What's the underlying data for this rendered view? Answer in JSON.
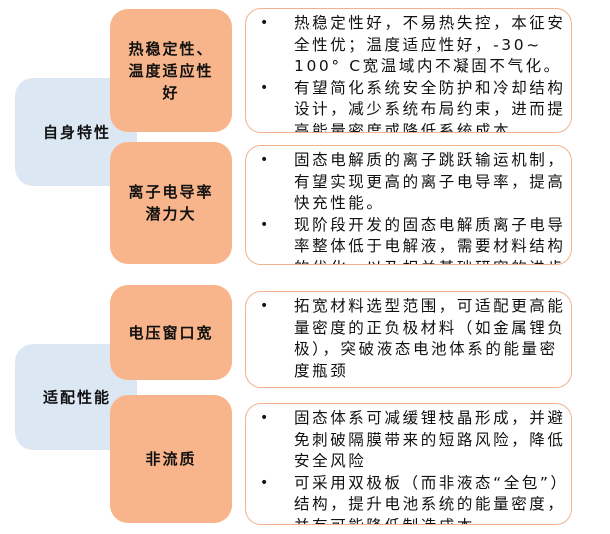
{
  "categories": [
    {
      "label": "自身特性"
    },
    {
      "label": "适配性能"
    }
  ],
  "features": [
    {
      "lines": [
        "热稳定性、",
        "温度适应性",
        "好"
      ],
      "bullets": [
        [
          "热稳定性好，不易热失控，本征安",
          "全性优；温度适应性好，-30~",
          "100° C宽温域内不凝固不气化。"
        ],
        [
          "有望简化系统安全防护和冷却结构",
          "设计，减少系统布局约束，进而提",
          "高能量密度或降低系统成本。"
        ]
      ]
    },
    {
      "lines": [
        "离子电导率",
        "潜力大"
      ],
      "bullets": [
        [
          "固态电解质的离子跳跃输运机制，",
          "有望实现更高的离子电导率，提高",
          "快充性能。"
        ],
        [
          "现阶段开发的固态电解质离子电导",
          "率整体低于电解液，需要材料结构",
          "的优化、以及相关基础研究的进步"
        ]
      ]
    },
    {
      "lines": [
        "电压窗口宽"
      ],
      "bullets": [
        [
          "拓宽材料选型范围，可适配更高能",
          "量密度的正负极材料（如金属锂负",
          "极），突破液态电池体系的能量密",
          "度瓶颈"
        ]
      ]
    },
    {
      "lines": [
        "非流质"
      ],
      "bullets": [
        [
          "固态体系可减缓锂枝晶形成，并避",
          "免刺破隔膜带来的短路风险，降低",
          "安全风险"
        ],
        [
          "可采用双极板（而非液态“全包”）",
          "结构，提升电池系统的能量密度，",
          "并有可能降低制造成本"
        ]
      ]
    }
  ],
  "colors": {
    "category_bg": "#dce7f4",
    "feature_bg": "#f8b48a",
    "detail_border": "#f2b38c"
  }
}
